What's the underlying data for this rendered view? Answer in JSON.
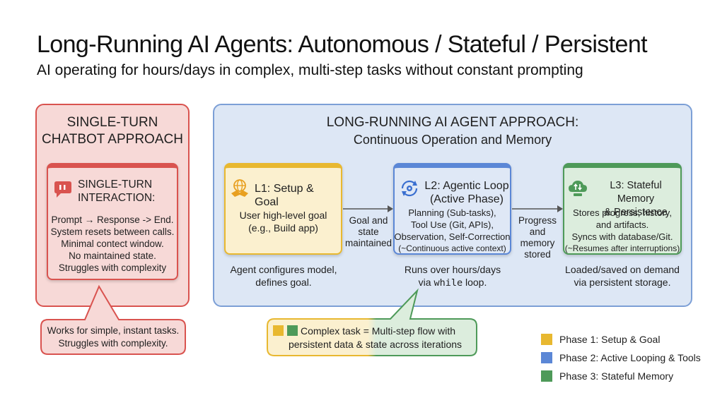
{
  "header": {
    "title": "Long-Running AI Agents: Autonomous / Stateful / Persistent",
    "subtitle": "AI operating for hours/days in complex, multi-step tasks without constant prompting"
  },
  "left_panel": {
    "title_line1": "SINGLE-TURN",
    "title_line2": "CHATBOT APPROACH",
    "card": {
      "title_line1": "SINGLE-TURN",
      "title_line2": "INTERACTION:",
      "lines": [
        "Prompt → Response -> End.",
        "System resets between calls.",
        "Minimal contect window.",
        "No maintained state.",
        "Struggles with complexity"
      ]
    },
    "callout_line1": "Works for simple, instant tasks.",
    "callout_line2": "Struggles with complexity."
  },
  "right_panel": {
    "title": "LONG-RUNNING AI AGENT APPROACH:",
    "subtitle": "Continuous Operation and Memory",
    "l1": {
      "title": "L1: Setup & Goal",
      "body_line1": "User high-level goal",
      "body_line2": "(e.g., Build app)",
      "caption_line1": "Agent configures model,",
      "caption_line2": "defines goal."
    },
    "l2": {
      "title_line1": "L2: Agentic Loop",
      "title_line2": "(Active Phase)",
      "body_lines": [
        "Planning (Sub-tasks),",
        "Tool Use (Git, APIs),",
        "Observation, Self-Correction",
        "(~Continuous active context)"
      ],
      "caption_line1": "Runs over hours/days",
      "caption_line2_pre": "via ",
      "caption_code": "while",
      "caption_line2_post": " loop."
    },
    "l3": {
      "title_line1": "L3: Stateful Memory",
      "title_line2": "& Persistence",
      "body_lines": [
        "Stores progress, history,",
        "and artifacts.",
        "Syncs with database/Git.",
        "(~Resumes after interruptions)"
      ],
      "caption_line1": "Loaded/saved on demand",
      "caption_line2": "via persistent storage."
    },
    "arrow1_lines": [
      "Goal and",
      "state",
      "maintained"
    ],
    "arrow2_lines": [
      "Progress",
      "and",
      "memory",
      "stored"
    ]
  },
  "bottom_callout": {
    "line1": "Complex task = Multi-step flow with",
    "line2": "persistent data & state across iterations"
  },
  "legend": [
    {
      "label": "Phase 1: Setup & Goal",
      "color": "#e8b830"
    },
    {
      "label": "Phase 2: Active Looping & Tools",
      "color": "#5b87d6"
    },
    {
      "label": "Phase 3: Stateful Memory",
      "color": "#4e9a59"
    }
  ],
  "colors": {
    "red": "#d9534f",
    "yellow": "#e8b830",
    "blue": "#5b87d6",
    "green": "#4e9a59"
  },
  "icons": [
    "chat-bubble-icon",
    "handshake-globe-icon",
    "loop-gear-icon",
    "cloud-storage-icon"
  ]
}
